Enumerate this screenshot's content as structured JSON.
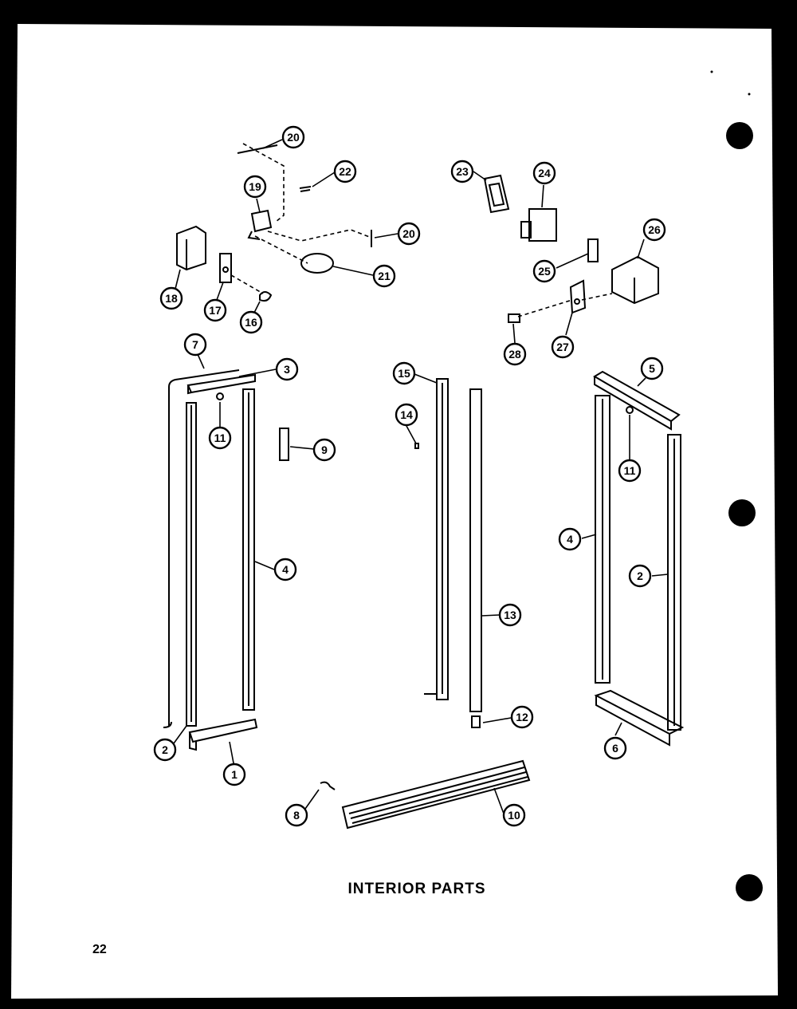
{
  "diagram": {
    "title": "INTERIOR PARTS",
    "page_number": "22",
    "callouts": [
      "1",
      "2",
      "2",
      "3",
      "4",
      "4",
      "5",
      "6",
      "7",
      "8",
      "9",
      "10",
      "11",
      "11",
      "12",
      "13",
      "14",
      "15",
      "16",
      "17",
      "18",
      "19",
      "20",
      "20",
      "21",
      "22",
      "23",
      "24",
      "25",
      "26",
      "27",
      "28"
    ]
  },
  "colors": {
    "paper": "#ffffff",
    "ink": "#000000",
    "background": "#000000"
  }
}
